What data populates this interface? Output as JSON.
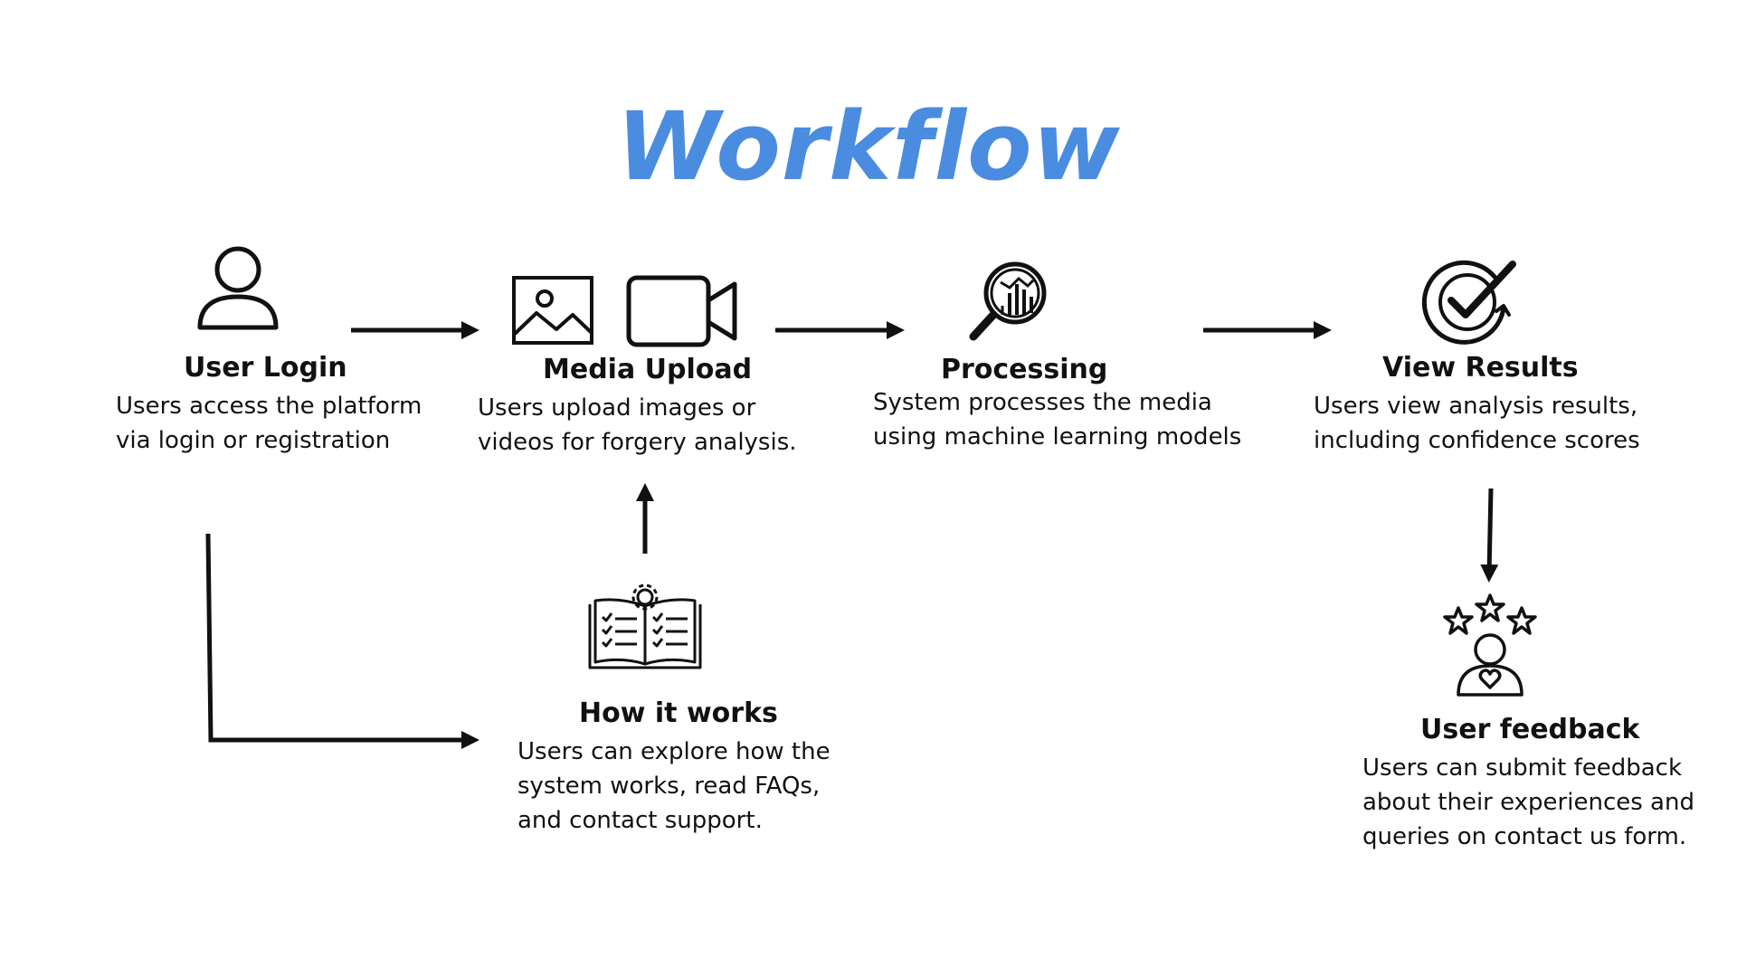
{
  "title": "Workflow",
  "colors": {
    "title": "#4A8CE0",
    "ink": "#111111",
    "background": "#ffffff"
  },
  "steps": [
    {
      "id": "user-login",
      "title": "User Login",
      "icon": "user-icon",
      "description": [
        "Users access the platform",
        "via login or registration"
      ]
    },
    {
      "id": "media-upload",
      "title": "Media Upload",
      "icon": "image-icon, video-camera-icon",
      "description": [
        "Users upload images or",
        "videos for forgery analysis."
      ]
    },
    {
      "id": "processing",
      "title": "Processing",
      "icon": "magnifier-chart-icon",
      "description": [
        "System processes the media",
        "using machine learning models"
      ]
    },
    {
      "id": "view-results",
      "title": "View Results",
      "icon": "checkmark-cycle-icon",
      "description": [
        "Users view analysis results,",
        "including confidence scores"
      ]
    },
    {
      "id": "how-it-works",
      "title": "How it works",
      "icon": "book-gear-checklist-icon",
      "description": [
        "Users can explore how the",
        "system works, read FAQs,",
        "and contact support."
      ]
    },
    {
      "id": "user-feedback",
      "title": "User feedback",
      "icon": "user-stars-heart-icon",
      "description": [
        "Users can submit feedback",
        "about their experiences and",
        "queries on contact us form."
      ]
    }
  ],
  "connections": [
    {
      "from": "User Login",
      "to": "Media Upload"
    },
    {
      "from": "Media Upload",
      "to": "Processing"
    },
    {
      "from": "Processing",
      "to": "View Results"
    },
    {
      "from": "View Results",
      "to": "User feedback"
    },
    {
      "from": "User Login",
      "to": "How it works"
    },
    {
      "from": "How it works",
      "to": "Media Upload"
    }
  ]
}
